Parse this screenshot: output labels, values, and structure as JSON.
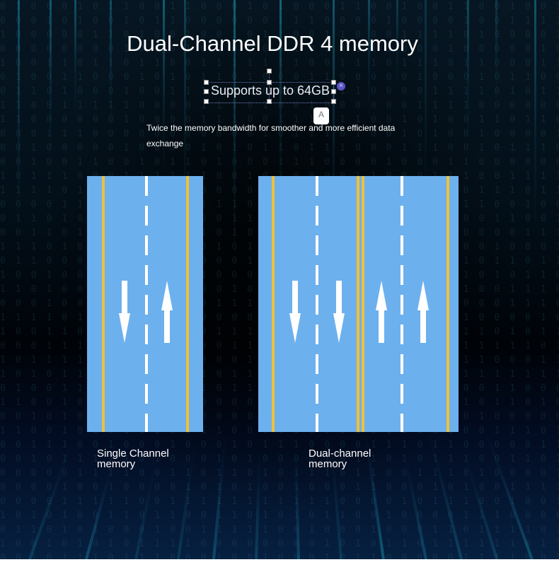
{
  "title": "Dual-Channel DDR 4 memory",
  "subtitle": "Supports up to 64GB",
  "description": "Twice the memory bandwidth for smoother and more efficient data exchange",
  "editor": {
    "selected_element": "subtitle",
    "delete_icon": "close-circle-icon",
    "font_tool_label": "A",
    "font_tool_icon": "text-format-icon"
  },
  "panels": [
    {
      "name": "single-channel",
      "caption_line1": "Single Channel",
      "caption_line2": "memory",
      "lanes": 2,
      "arrows": [
        "down",
        "up"
      ]
    },
    {
      "name": "dual-channel",
      "caption_line1": "Dual-channel",
      "caption_line2": "memory",
      "lanes": 4,
      "arrows": [
        "down",
        "down",
        "up",
        "up"
      ]
    }
  ],
  "colors": {
    "road": "#6db0ee",
    "road_edge_line": "#eec13a",
    "lane_marking": "#ffffff",
    "selection_delete": "#5a55c8"
  }
}
